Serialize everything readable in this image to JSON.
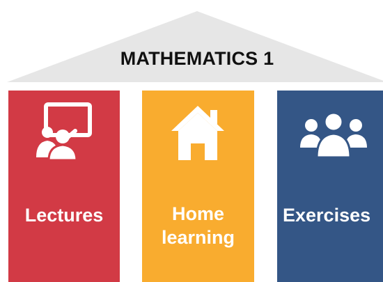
{
  "roof": {
    "title": "MATHEMATICS 1",
    "color": "#e6e6e6"
  },
  "pillars": [
    {
      "label": "Lectures",
      "color": "#d23a45",
      "icon": "presentation-icon"
    },
    {
      "label": "Home\nlearning",
      "color": "#f9ac2f",
      "icon": "home-icon"
    },
    {
      "label": "Exercises",
      "color": "#345686",
      "icon": "group-icon"
    }
  ]
}
